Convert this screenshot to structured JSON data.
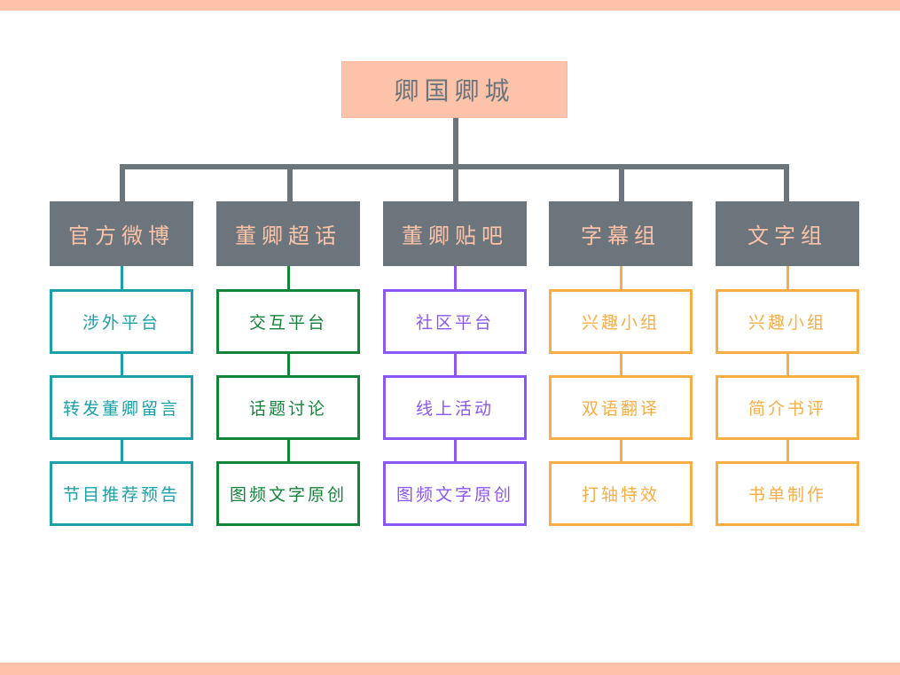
{
  "root": {
    "label": "卿国卿城"
  },
  "colors": {
    "accent": "#fcc3aa",
    "connector": "#6c757b",
    "columns": [
      "#1aa0a8",
      "#13833a",
      "#8a56f5",
      "#f9ad45",
      "#f9ad45"
    ]
  },
  "columns": [
    {
      "title": "官方微博",
      "items": [
        "涉外平台",
        "转发董卿留言",
        "节目推荐预告"
      ]
    },
    {
      "title": "董卿超话",
      "items": [
        "交互平台",
        "话题讨论",
        "图频文字原创"
      ]
    },
    {
      "title": "董卿贴吧",
      "items": [
        "社区平台",
        "线上活动",
        "图频文字原创"
      ]
    },
    {
      "title": "字幕组",
      "items": [
        "兴趣小组",
        "双语翻译",
        "打轴特效"
      ]
    },
    {
      "title": "文字组",
      "items": [
        "兴趣小组",
        "简介书评",
        "书单制作"
      ]
    }
  ]
}
